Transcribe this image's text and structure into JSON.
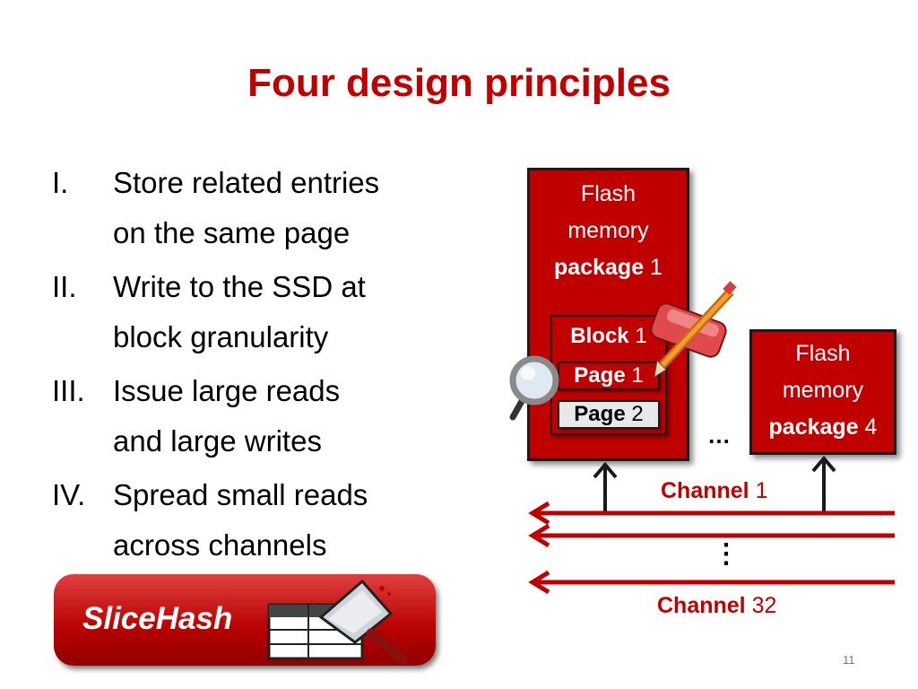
{
  "slide": {
    "title": "Four design principles",
    "page_number": "11"
  },
  "principles": [
    {
      "num": "I.",
      "lines": [
        "Store related entries",
        "on the same page"
      ]
    },
    {
      "num": "II.",
      "lines": [
        "Write to the SSD at",
        "block granularity"
      ]
    },
    {
      "num": "III.",
      "lines": [
        "Issue large reads",
        "and large writes"
      ]
    },
    {
      "num": "IV.",
      "lines": [
        "Spread small reads",
        "across channels"
      ]
    }
  ],
  "diagram": {
    "package1": {
      "line1": "Flash",
      "line2": "memory",
      "bold": "package",
      "num": "1"
    },
    "package4": {
      "line1": "Flash",
      "line2": "memory",
      "bold": "package",
      "num": "4"
    },
    "block": {
      "bold": "Block",
      "num": "1"
    },
    "page1": {
      "bold": "Page",
      "num": "1"
    },
    "page2": {
      "bold": "Page",
      "num": "2"
    },
    "ellipsis_h": "…",
    "ellipsis_v": "⋮",
    "channel1": {
      "bold": "Channel",
      "num": "1"
    },
    "channel32": {
      "bold": "Channel",
      "num": "32"
    }
  },
  "slicehash": {
    "label": "SliceHash"
  },
  "icons": {
    "pencil": "pencil-eraser-icon",
    "magnifier": "magnifier-icon",
    "table": "hash-table-icon",
    "cleaver": "cleaver-icon"
  },
  "colors": {
    "accent": "#c00000",
    "page2_fill": "#e8e8e8"
  }
}
